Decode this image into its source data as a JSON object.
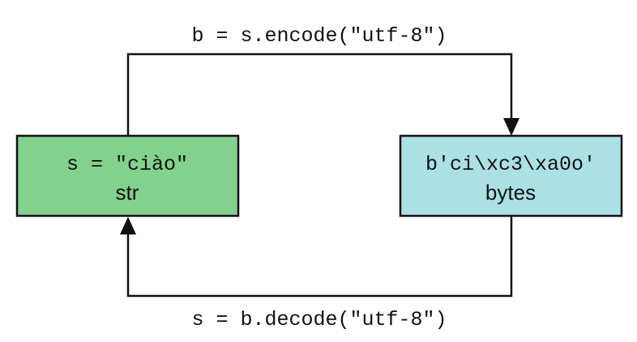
{
  "encode_label": "b = s.encode(\"utf-8\")",
  "decode_label": "s = b.decode(\"utf-8\")",
  "str_node": {
    "code": "s = \"ciào\"",
    "type_label": "str",
    "fill": "#82d18c"
  },
  "bytes_node": {
    "code": "b'ci\\xc3\\xa0o'",
    "type_label": "bytes",
    "fill": "#abe0e5"
  },
  "line_color": "#111111"
}
